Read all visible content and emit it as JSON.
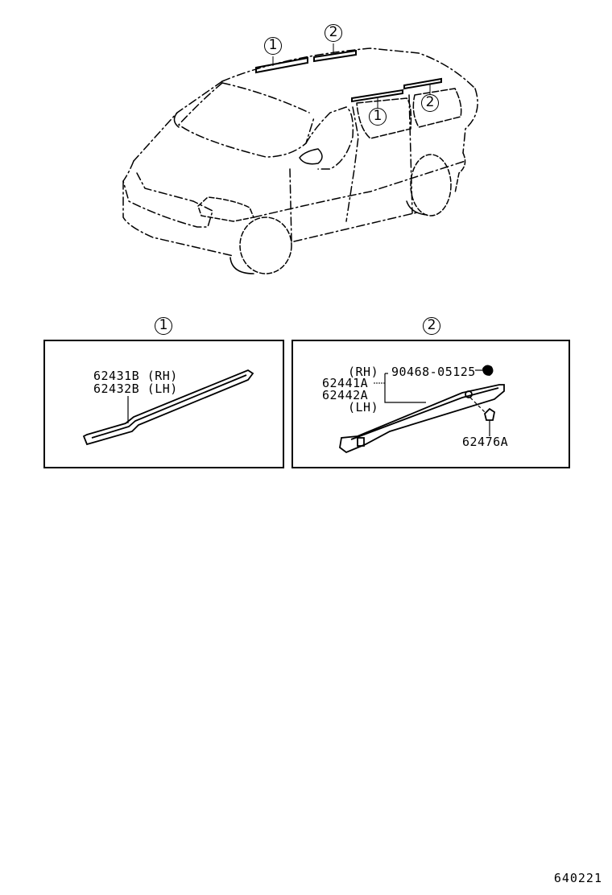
{
  "diagram": {
    "subject": "Minivan roof drip side finish molding",
    "vehicle_callouts": [
      {
        "id": "1",
        "label": "1"
      },
      {
        "id": "2",
        "label": "2"
      },
      {
        "id": "1b",
        "label": "1"
      },
      {
        "id": "2b",
        "label": "2"
      }
    ],
    "panels": [
      {
        "id": "panel-1",
        "callout": "1",
        "parts": [
          {
            "number": "62431B",
            "side": "(RH)",
            "text": "62431B (RH)"
          },
          {
            "number": "62432B",
            "side": "(LH)",
            "text": "62432B (LH)"
          }
        ]
      },
      {
        "id": "panel-2",
        "callout": "2",
        "parts": [
          {
            "text": "(RH)"
          },
          {
            "number": "62441A",
            "text": "62441A"
          },
          {
            "number": "62442A",
            "text": "62442A"
          },
          {
            "text": "(LH)"
          },
          {
            "number": "90468-05125",
            "text": "90468-05125",
            "description": "clip"
          },
          {
            "number": "62476A",
            "text": "62476A",
            "description": "clip"
          }
        ]
      }
    ],
    "drawing_code": "640221"
  },
  "colors": {
    "line": "#000000",
    "background": "#ffffff"
  }
}
